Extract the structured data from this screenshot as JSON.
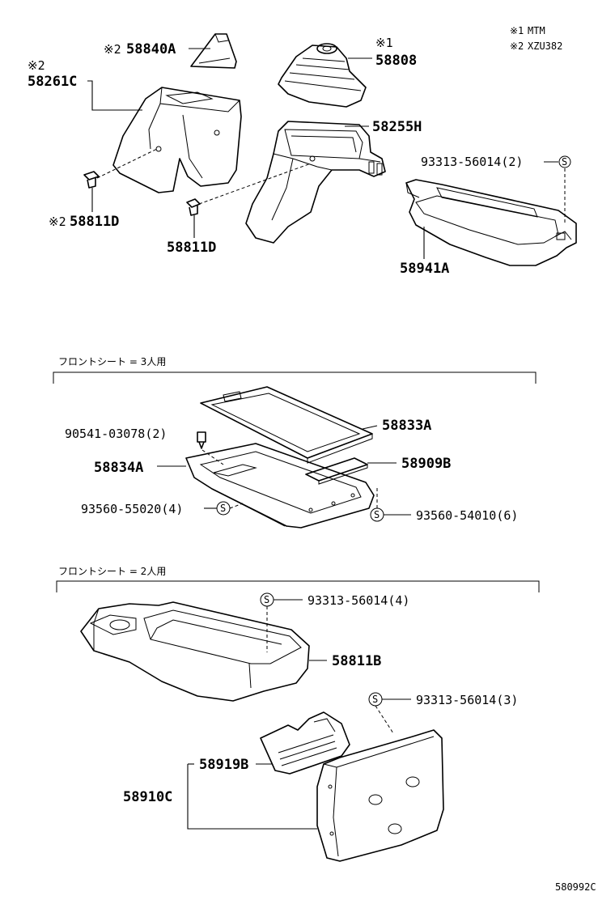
{
  "notes": {
    "mark1": "※1",
    "mark1_text": "MTM",
    "mark2": "※2",
    "mark2_text": "XZU382"
  },
  "labels": {
    "p58840A_mark": "※2",
    "p58840A": "58840A",
    "p58261C_mark": "※2",
    "p58261C": "58261C",
    "p58808_mark": "※1",
    "p58808": "58808",
    "p58255H": "58255H",
    "p93313_2": "93313-56014(2)",
    "p58941A": "58941A",
    "p58811D_a_mark": "※2",
    "p58811D_a": "58811D",
    "p58811D_b": "58811D",
    "section1": "フロントシート = 3人用",
    "p90541": "90541-03078(2)",
    "p58833A": "58833A",
    "p58834A": "58834A",
    "p58909B": "58909B",
    "p93560_55020": "93560-55020(4)",
    "p93560_54010": "93560-54010(6)",
    "section2": "フロントシート = 2人用",
    "p93313_4": "93313-56014(4)",
    "p58811B": "58811B",
    "p93313_3": "93313-56014(3)",
    "p58919B": "58919B",
    "p58910C": "58910C",
    "s_symbol": "S",
    "figure_code": "580992C"
  }
}
